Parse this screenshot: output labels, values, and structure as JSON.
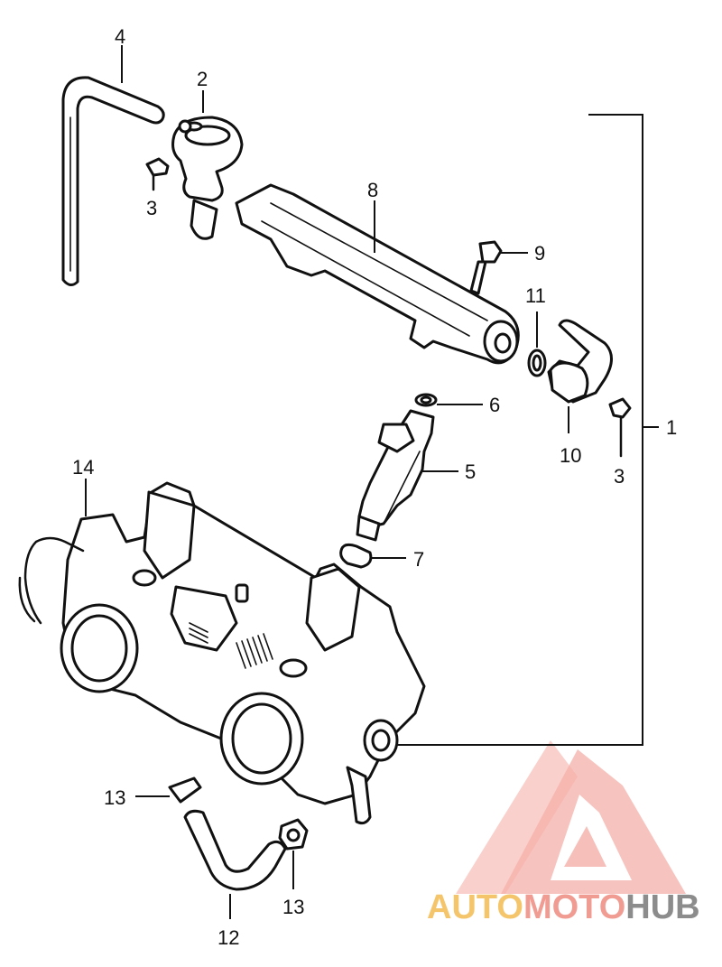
{
  "callouts": {
    "c1": "1",
    "c2": "2",
    "c3a": "3",
    "c3b": "3",
    "c4": "4",
    "c5": "5",
    "c6": "6",
    "c7": "7",
    "c8": "8",
    "c9": "9",
    "c10": "10",
    "c11": "11",
    "c12": "12",
    "c13a": "13",
    "c13b": "13",
    "c14": "14"
  },
  "watermark": {
    "text_auto": "AUTO",
    "text_moto": "MOTO",
    "text_hub": "HUB",
    "colors": {
      "auto": "#f5c56b",
      "moto": "#f19c92",
      "hub": "#8c8c8c",
      "logo": "#f3a29a"
    }
  }
}
